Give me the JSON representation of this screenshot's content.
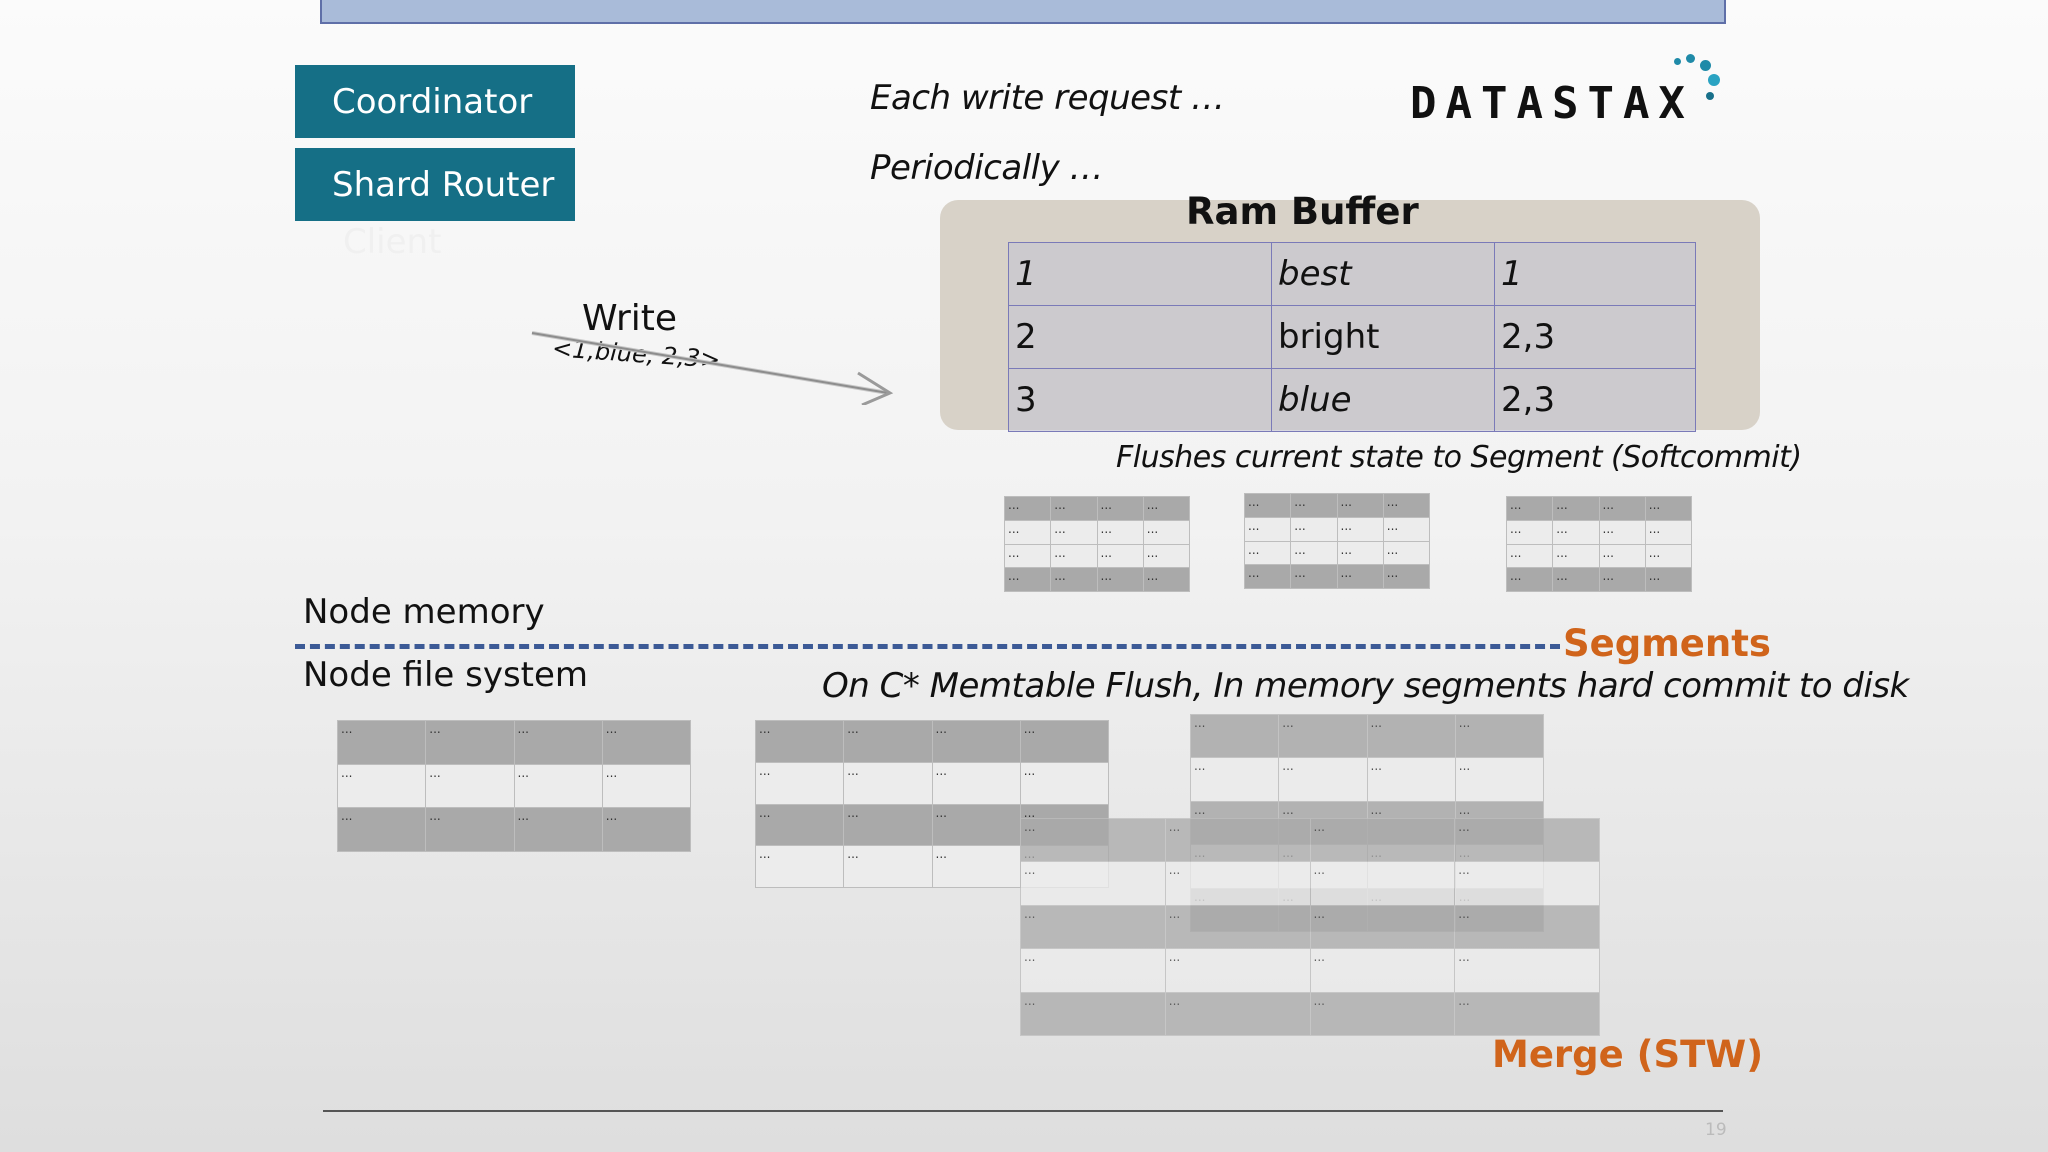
{
  "slide": {
    "role_buttons": [
      "Coordinator",
      "Shard Router"
    ],
    "ghost_text": "Client",
    "notes": [
      "Each write request …",
      "Periodically …"
    ],
    "logo_text": "DATASTAX",
    "ram_buffer": {
      "title": "Ram Buffer",
      "rows": [
        [
          "1",
          "best",
          "1"
        ],
        [
          "2",
          "bright",
          "2,3"
        ],
        [
          "3",
          "blue",
          "2,3"
        ]
      ]
    },
    "write_label": "Write",
    "write_tuple": "<1,blue, 2,3>",
    "flush_note": "Flushes current state to Segment (Softcommit)",
    "node_memory_label": "Node memory",
    "node_fs_label": "Node file system",
    "segments_label": "Segments",
    "commit_note": "On C* Memtable Flush, In memory segments hard commit to disk",
    "merge_label": "Merge (STW)",
    "page_number": "19",
    "cell_placeholder": "...",
    "colors": {
      "accent": "#156f86",
      "orange": "#d0641b",
      "dash": "#3c5a96"
    }
  }
}
